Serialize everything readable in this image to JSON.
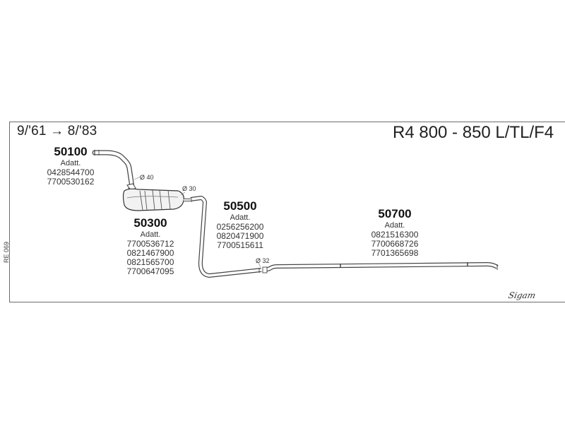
{
  "header": {
    "period_from": "9/'61",
    "arrow": "→",
    "period_to": "8/'83",
    "model": "R4 800 - 850 L/TL/F4"
  },
  "parts": [
    {
      "number": "50100",
      "adatt": "Adatt.",
      "codes": [
        "0428544700",
        "7700530162"
      ]
    },
    {
      "number": "50300",
      "adatt": "Adatt.",
      "codes": [
        "7700536712",
        "0821467900",
        "0821565700",
        "7700647095"
      ]
    },
    {
      "number": "50500",
      "adatt": "Adatt.",
      "codes": [
        "0256256200",
        "0820471900",
        "7700515611"
      ]
    },
    {
      "number": "50700",
      "adatt": "Adatt.",
      "codes": [
        "0821516300",
        "7700668726",
        "7701365698"
      ]
    }
  ],
  "diameters": [
    "Ø 40",
    "Ø 30",
    "Ø 32"
  ],
  "reference": "RE 069",
  "brand": "Sigam"
}
